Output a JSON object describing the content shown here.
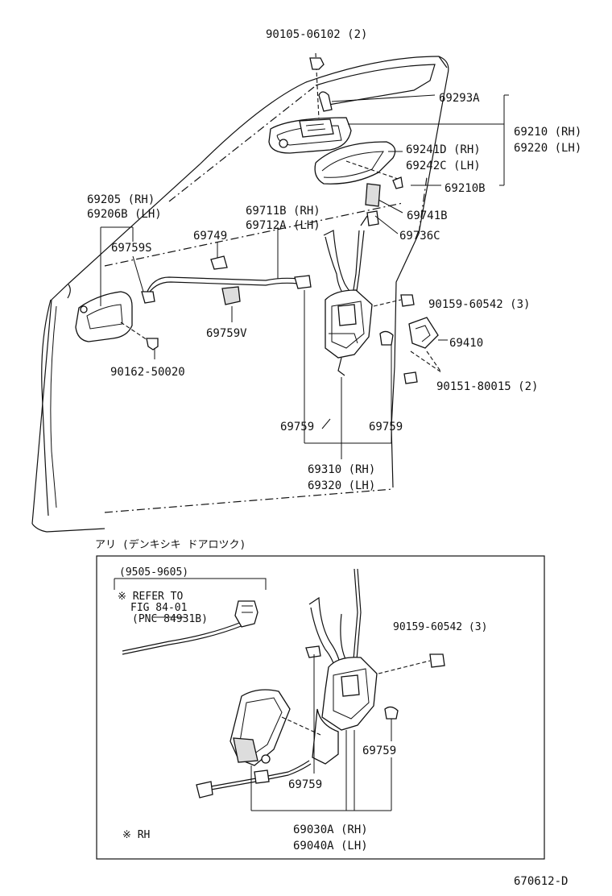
{
  "diagram": {
    "labels": {
      "p90105": "90105-06102 (2)",
      "p69293a": "69293A",
      "p69210": "69210 (RH)",
      "p69220": "69220 (LH)",
      "p69241d": "69241D (RH)",
      "p69242c": "69242C (LH)",
      "p69210b": "69210B",
      "p69205": "69205  (RH)",
      "p69206b": "69206B (LH)",
      "p69711b": "69711B (RH)",
      "p69712a": "69712A (LH)",
      "p69741b": "69741B",
      "p69736c": "69736C",
      "p69749": "69749",
      "p69759s": "69759S",
      "p69759v": "69759V",
      "p90159a": "90159-60542 (3)",
      "p69410": "69410",
      "p90162": "90162-50020",
      "p90151": "90151-80015 (2)",
      "p69759a": "69759",
      "p69759b": "69759",
      "p69310": "69310 (RH)",
      "p69320": "69320 (LH)"
    },
    "inset": {
      "header": "アリ (デンキシキ ドアロツク)",
      "date_range": "(9505-9605)",
      "refer1": "※ REFER TO",
      "refer2": "FIG 84-01",
      "refer3": "(PNC 84931B)",
      "p90159b": "90159-60542 (3)",
      "p69759c": "69759",
      "p69759d": "69759",
      "p69030a": "69030A (RH)",
      "p69040a": "69040A (LH)",
      "rh_note": "※ RH"
    },
    "diagram_id": "670612-D"
  }
}
